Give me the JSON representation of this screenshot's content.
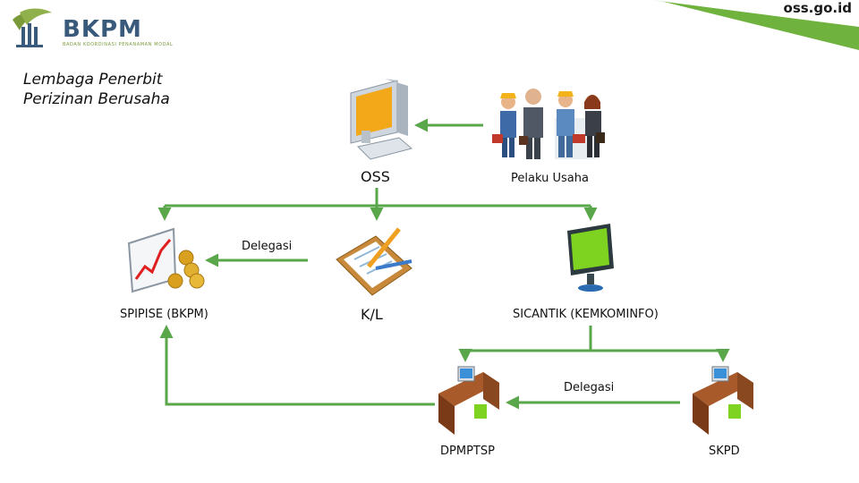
{
  "header": {
    "site_url": "oss.go.id",
    "logo": {
      "brand": "BKPM",
      "tagline": "BADAN KOORDINASI PENANAMAN MODAL",
      "colors": {
        "text": "#3a5a7c",
        "leaf": "#7a9a3a"
      }
    },
    "title_lines": [
      "Lembaga Penerbit",
      "Perizinan Berusaha"
    ]
  },
  "nodes": {
    "oss": {
      "label": "OSS",
      "icon": "computer-icon"
    },
    "pelaku_usaha": {
      "label": "Pelaku Usaha",
      "icon": "business-people-icon"
    },
    "spipise": {
      "label": "SPIPISE (BKPM)",
      "icon": "finance-chart-icon"
    },
    "kl": {
      "label": "K/L",
      "icon": "clipboard-pen-icon"
    },
    "sicantik": {
      "label": "SICANTIK (KEMKOMINFO)",
      "icon": "monitor-icon"
    },
    "dpmptsp": {
      "label": "DPMPTSP",
      "icon": "office-desk-icon"
    },
    "skpd": {
      "label": "SKPD",
      "icon": "office-desk-icon"
    }
  },
  "edges": {
    "delegasi_top": "Delegasi",
    "delegasi_bottom": "Delegasi"
  },
  "colors": {
    "arrow": "#5aa64a",
    "accent_stripe": "#6fb23e"
  }
}
